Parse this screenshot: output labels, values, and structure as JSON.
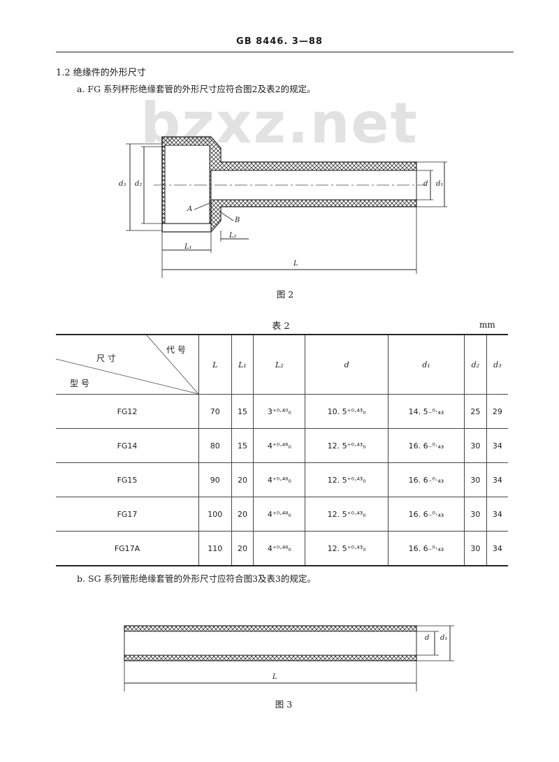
{
  "header": {
    "standard": "GB 8446. 3—88"
  },
  "watermark": {
    "text": "bzxz.net"
  },
  "section": {
    "title": "1.2   绝缘件的外形尺寸"
  },
  "para_a": {
    "text": "a.   FG 系列杯形绝缘套管的外形尺寸应符合图2及表2的规定。"
  },
  "figure2": {
    "caption": "图 2",
    "labels": {
      "d2": "d₂",
      "d3": "d₃",
      "d": "d",
      "d1": "d₁",
      "A": "A",
      "B": "B",
      "L1": "L₁",
      "L2": "L₂",
      "L": "L"
    }
  },
  "table2": {
    "title": "表 2",
    "unit": "mm",
    "corner": {
      "top_right": "代  号",
      "middle": "尺   寸",
      "bottom_left": "型   号"
    },
    "columns": [
      "L",
      "L₁",
      "L₂",
      "d",
      "d₁",
      "d₂",
      "d₃"
    ],
    "rows": [
      {
        "model": "FG12",
        "L": "70",
        "L1": "15",
        "L2": "3⁺⁰·⁴⁰₀",
        "d": "10. 5⁺⁰·⁴³₀",
        "d1": "14. 5₋⁰·₄₃",
        "d2": "25",
        "d3": "29"
      },
      {
        "model": "FG14",
        "L": "80",
        "L1": "15",
        "L2": "4⁺⁰·⁴⁸₀",
        "d": "12. 5⁺⁰·⁴³₀",
        "d1": "16. 6₋⁰·₄₃",
        "d2": "30",
        "d3": "34"
      },
      {
        "model": "FG15",
        "L": "90",
        "L1": "20",
        "L2": "4⁺⁰·⁴⁸₀",
        "d": "12. 5⁺⁰·⁴³₀",
        "d1": "16. 6₋⁰·₄₃",
        "d2": "30",
        "d3": "34"
      },
      {
        "model": "FG17",
        "L": "100",
        "L1": "20",
        "L2": "4⁺⁰·⁴⁸₀",
        "d": "12. 5⁺⁰·⁴³₀",
        "d1": "16. 6₋⁰·₄₃",
        "d2": "30",
        "d3": "34"
      },
      {
        "model": "FG17A",
        "L": "110",
        "L1": "20",
        "L2": "4⁺⁰·⁴⁸₀",
        "d": "12. 5⁺⁰·⁴³₀",
        "d1": "16. 6₋⁰·₄₃",
        "d2": "30",
        "d3": "34"
      }
    ]
  },
  "para_b": {
    "text": "b.   SG 系列管形绝缘套管的外形尺寸应符合图3及表3的规定。"
  },
  "figure3": {
    "caption": "图 3",
    "labels": {
      "d": "d",
      "d1": "d₁",
      "L": "L"
    }
  }
}
